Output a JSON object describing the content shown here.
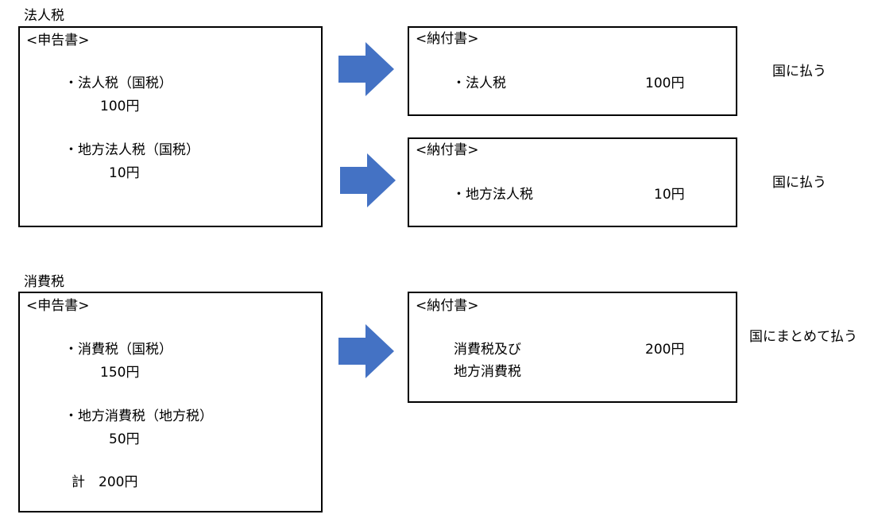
{
  "corporate": {
    "title": "法人税",
    "return_box": {
      "heading": "<申告書>",
      "item1_label": "・法人税（国税）",
      "item1_amount": "100円",
      "item2_label": "・地方法人税（国税）",
      "item2_amount": "10円"
    },
    "payment1": {
      "heading": "<納付書>",
      "label": "・法人税",
      "amount": "100円",
      "note": "国に払う"
    },
    "payment2": {
      "heading": "<納付書>",
      "label": "・地方法人税",
      "amount": "10円",
      "note": "国に払う"
    }
  },
  "consumption": {
    "title": "消費税",
    "return_box": {
      "heading": "<申告書>",
      "item1_label": "・消費税（国税）",
      "item1_amount": "150円",
      "item2_label": "・地方消費税（地方税）",
      "item2_amount": "50円",
      "total_label": "計",
      "total_amount": "200円"
    },
    "payment": {
      "heading": "<納付書>",
      "label_line1": "消費税及び",
      "label_line2": "地方消費税",
      "amount": "200円",
      "note": "国にまとめて払う"
    }
  },
  "colors": {
    "arrow": "#4472C4",
    "border": "#000000"
  }
}
